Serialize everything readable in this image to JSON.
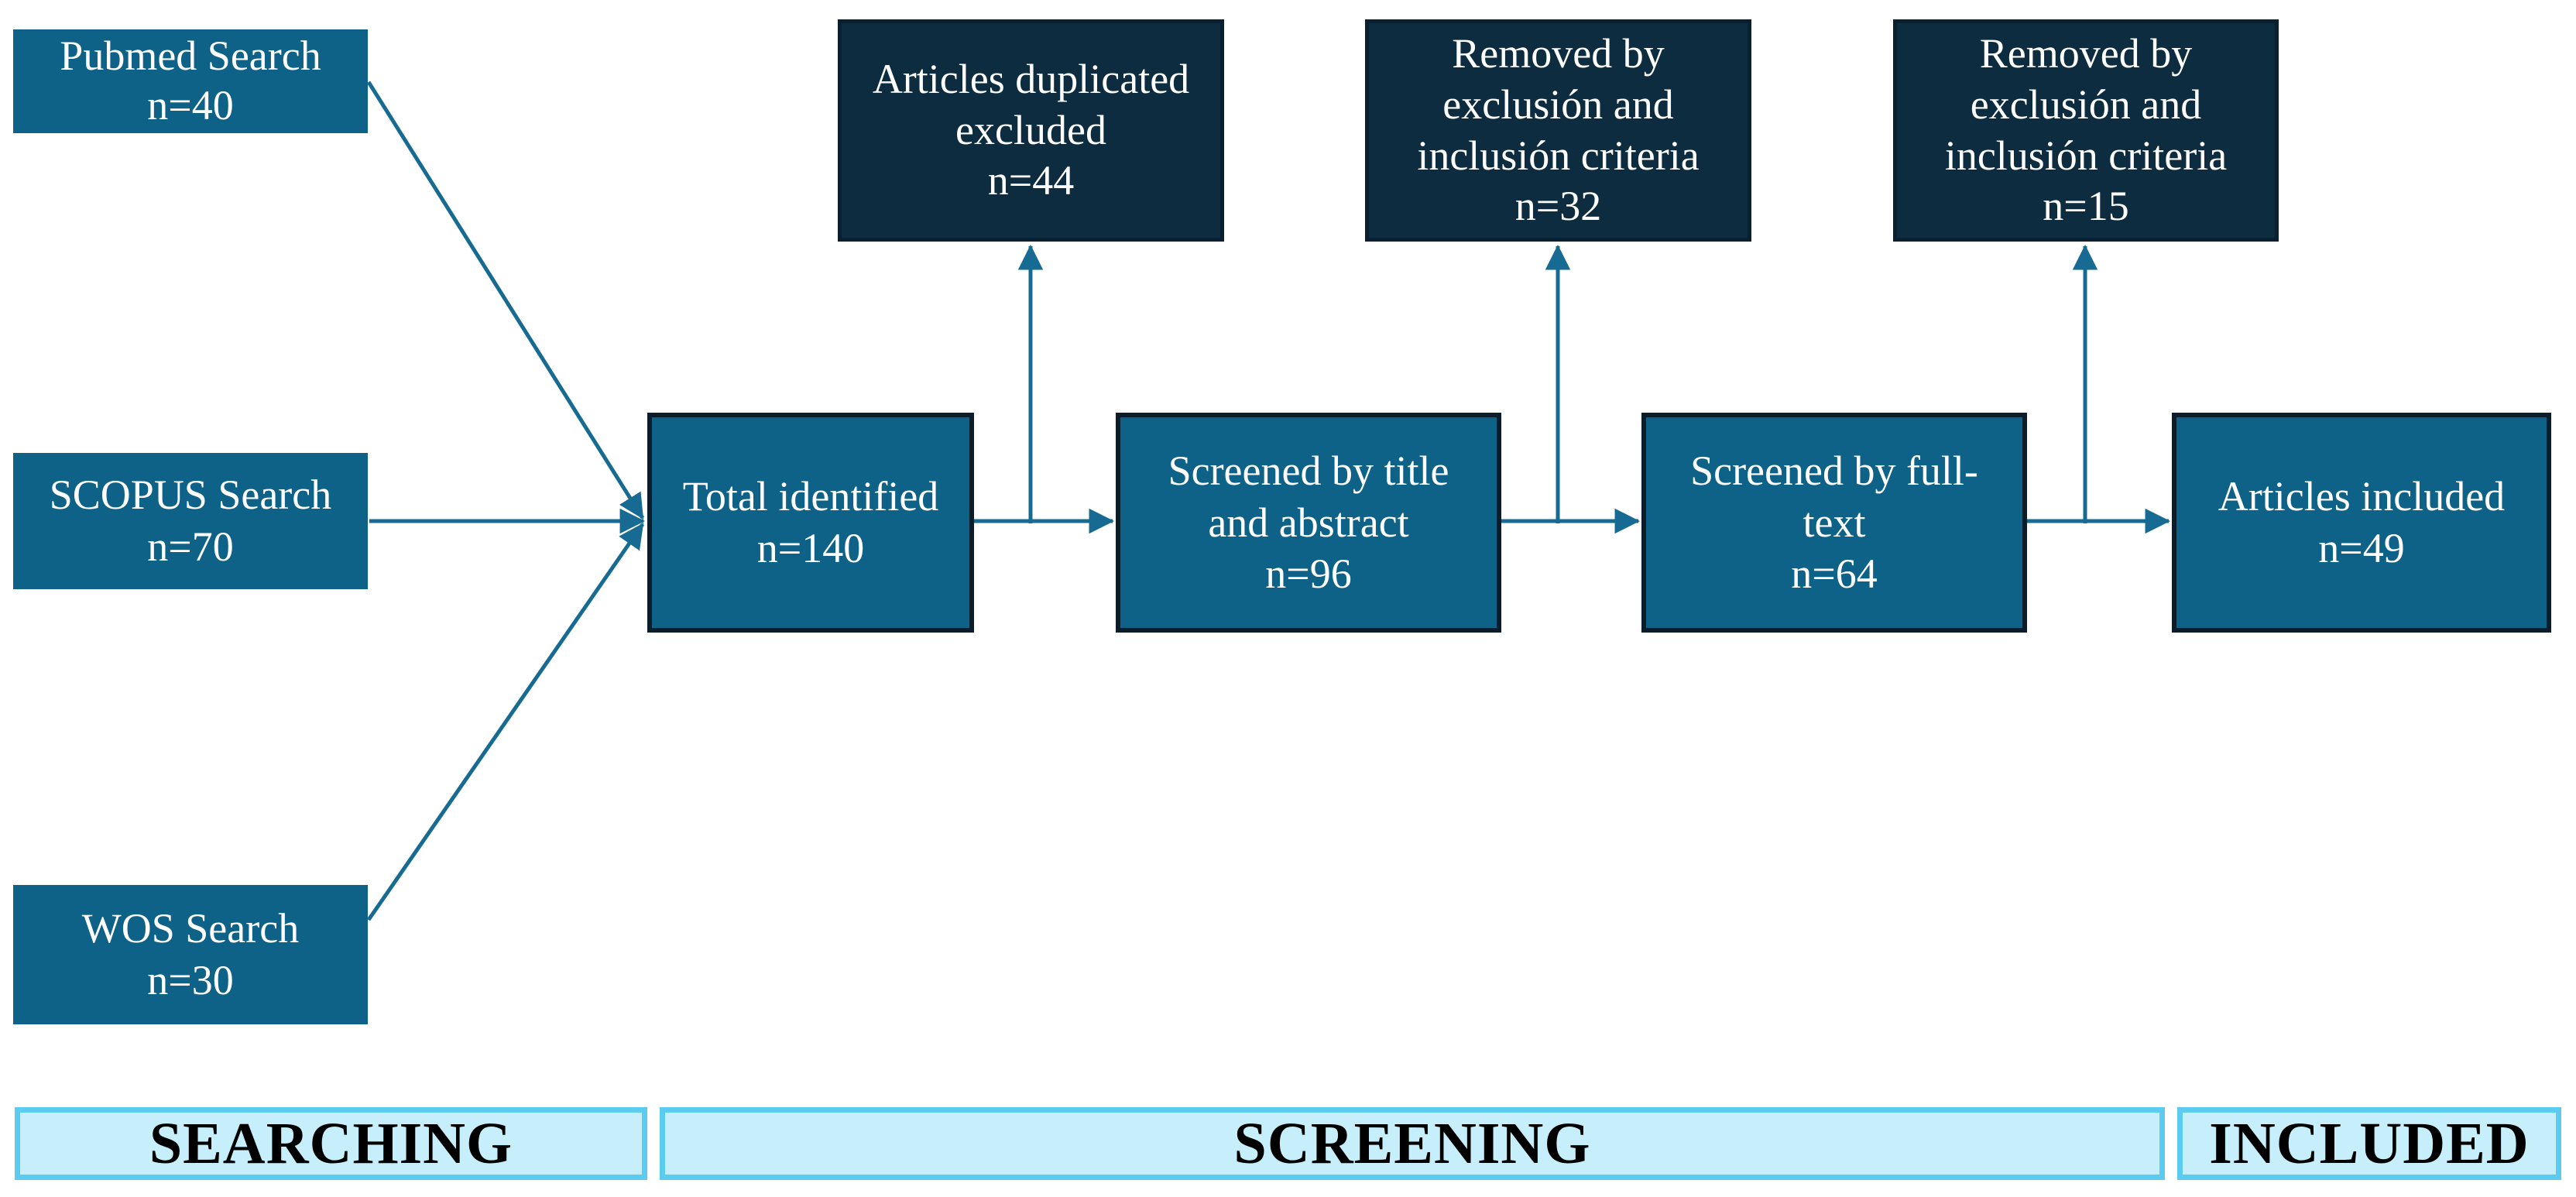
{
  "palette": {
    "box_teal_fill": "#0e6187",
    "flow_box_border": "#0b1c2b",
    "dark_box_fill": "#0d2c3f",
    "dark_box_border": "#0a2031",
    "connector_line": "#176b92",
    "band_fill": "#c6effb",
    "band_border": "#5bcbf0",
    "box_text_color": "#ffffff",
    "band_text_color": "#000000"
  },
  "sources": [
    {
      "lines": [
        "Pubmed Search",
        "n=40"
      ],
      "label": "Pubmed Search",
      "n": 40
    },
    {
      "lines": [
        "SCOPUS Search",
        "n=70"
      ],
      "label": "SCOPUS Search",
      "n": 70
    },
    {
      "lines": [
        "WOS Search",
        "n=30"
      ],
      "label": "WOS Search",
      "n": 30
    }
  ],
  "exclusions": [
    {
      "lines": [
        "Articles duplicated",
        "excluded",
        "n=44"
      ],
      "label": "Articles duplicated excluded",
      "n": 44
    },
    {
      "lines": [
        "Removed by",
        "exclusión and",
        "inclusión criteria",
        "n=32"
      ],
      "label": "Removed by exclusión and inclusión criteria",
      "n": 32
    },
    {
      "lines": [
        "Removed by",
        "exclusión and",
        "inclusión criteria",
        "n=15"
      ],
      "label": "Removed by exclusión and inclusión criteria",
      "n": 15
    }
  ],
  "flow": [
    {
      "lines": [
        "Total identified",
        "n=140"
      ],
      "label": "Total identified",
      "n": 140
    },
    {
      "lines": [
        "Screened by title",
        "and abstract",
        "n=96"
      ],
      "label": "Screened by title and abstract",
      "n": 96
    },
    {
      "lines": [
        "Screened by full-",
        "text",
        "n=64"
      ],
      "label": "Screened by full-text",
      "n": 64
    },
    {
      "lines": [
        "Articles included",
        "n=49"
      ],
      "label": "Articles included",
      "n": 49
    }
  ],
  "stages": [
    {
      "label": "SEARCHING"
    },
    {
      "label": "SCREENING"
    },
    {
      "label": "INCLUDED"
    }
  ]
}
